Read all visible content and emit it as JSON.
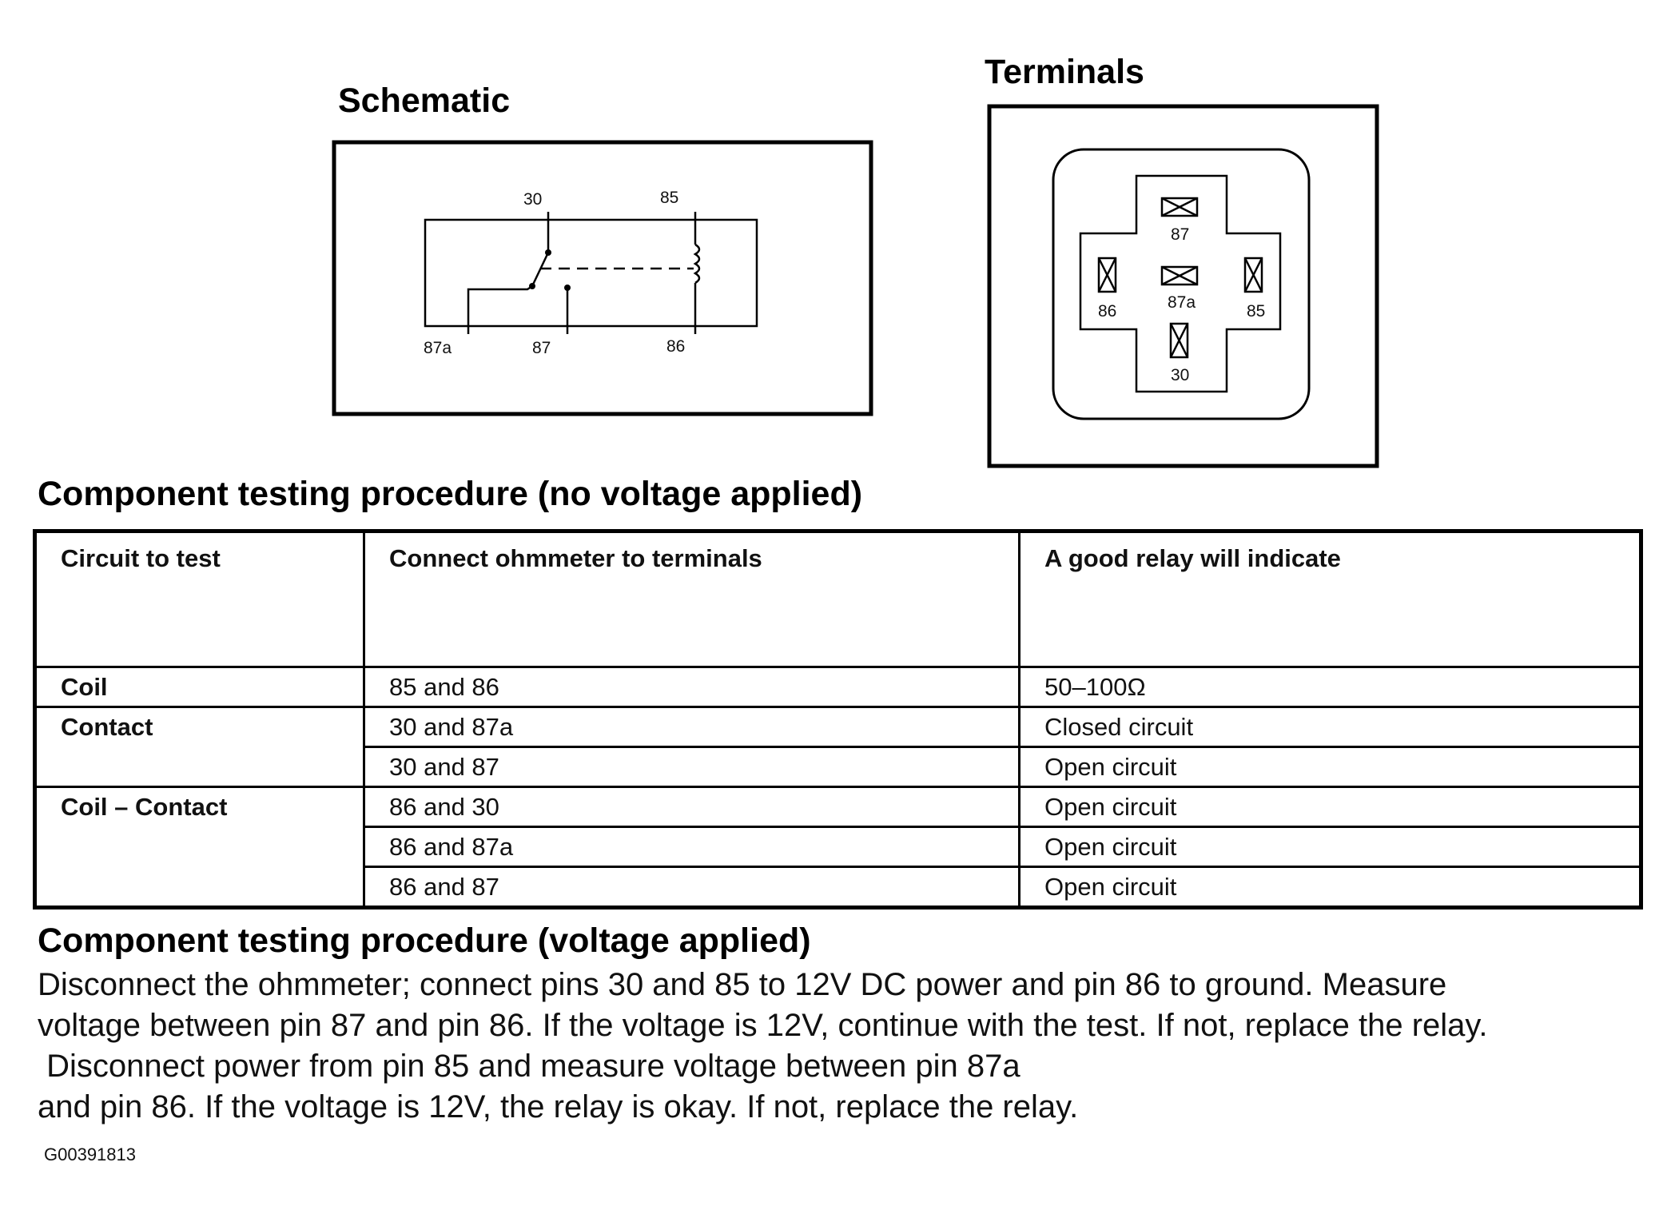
{
  "schematic": {
    "title": "Schematic",
    "pin_labels": [
      "30",
      "85",
      "87a",
      "87",
      "86"
    ]
  },
  "terminals": {
    "title": "Terminals",
    "pin_labels": [
      "87",
      "86",
      "87a",
      "85",
      "30"
    ]
  },
  "no_voltage_test": {
    "title": "Component testing procedure (no voltage applied)",
    "headers": [
      "Circuit to test",
      "Connect ohmmeter to terminals",
      "A good relay will indicate"
    ],
    "rows": [
      {
        "circuit": "Coil",
        "terminals": "85 and 86",
        "result": "50–100Ω"
      },
      {
        "circuit": "Contact",
        "terminals": "30 and 87a",
        "result": "Closed circuit"
      },
      {
        "circuit": "",
        "terminals": "30 and 87",
        "result": "Open circuit"
      },
      {
        "circuit": "Coil – Contact",
        "terminals": "86 and 30",
        "result": "Open circuit"
      },
      {
        "circuit": "",
        "terminals": "86 and 87a",
        "result": "Open circuit"
      },
      {
        "circuit": "",
        "terminals": "86 and 87",
        "result": "Open circuit"
      }
    ]
  },
  "voltage_test": {
    "title": "Component testing procedure (voltage applied)",
    "lines": [
      "Disconnect the ohmmeter; connect pins 30 and 85 to 12V DC power and pin 86 to ground. Measure",
      "voltage between pin 87 and pin 86. If  the voltage is 12V, continue with the test. If not, replace the relay.",
      " Disconnect power from pin 85 and measure voltage between pin 87a",
      "and pin 86. If the voltage is 12V, the relay is okay. If not, replace the relay."
    ]
  },
  "figure_id": "G00391813"
}
